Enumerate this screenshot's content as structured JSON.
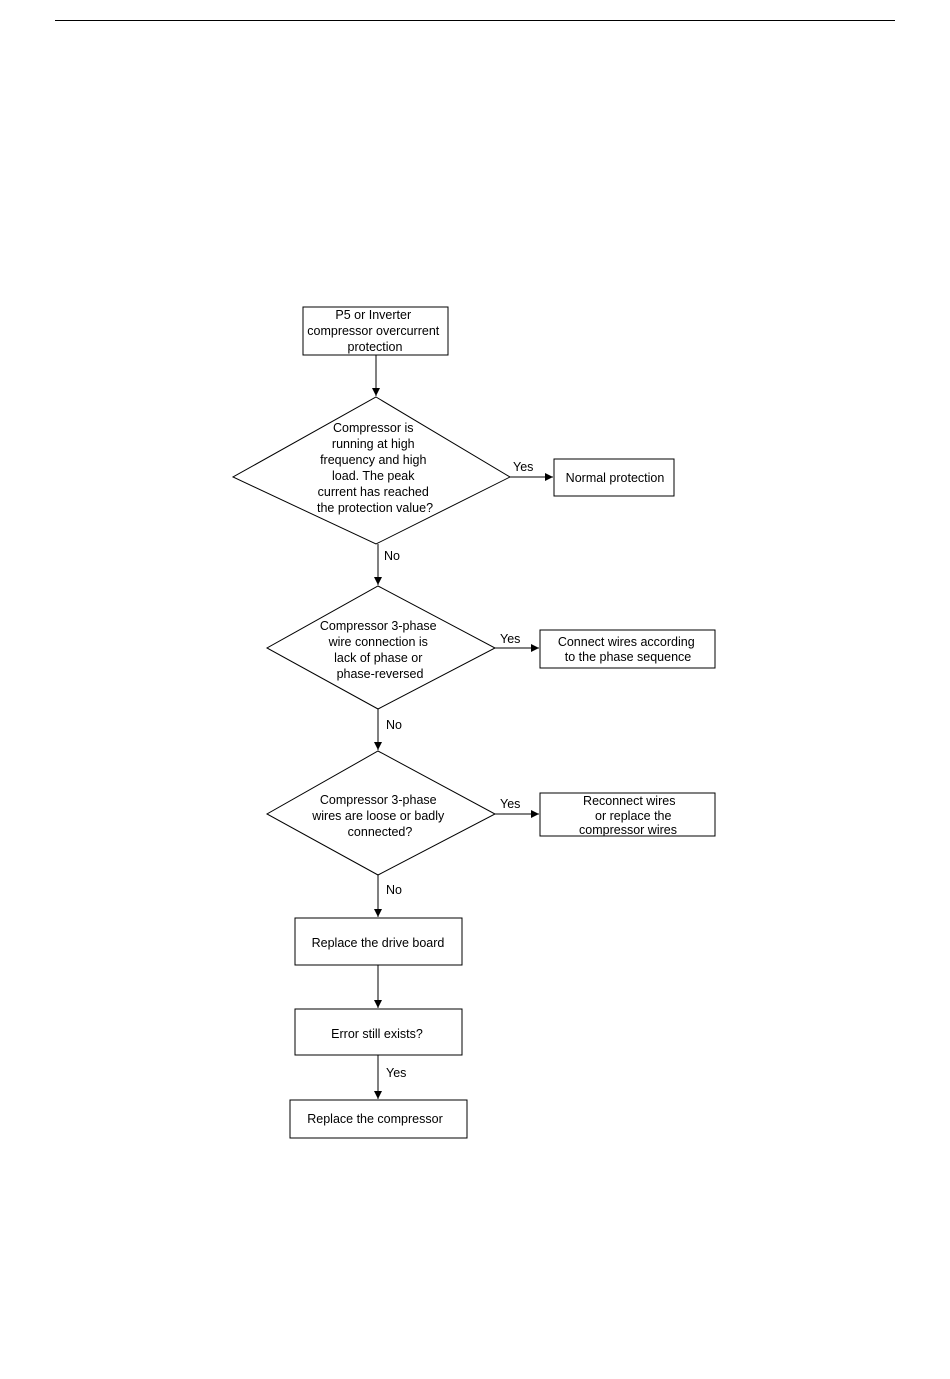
{
  "flowchart": {
    "start": {
      "lines": [
        "P5 or Inverter",
        "compressor overcurrent",
        "protection"
      ]
    },
    "decision1": {
      "lines": [
        "Compressor is",
        "running at high",
        "frequency and high",
        "load. The peak",
        "current has reached",
        "the protection value?"
      ]
    },
    "result1": {
      "lines": [
        "Normal protection"
      ]
    },
    "decision2": {
      "lines": [
        "Compressor 3-phase",
        "wire connection is",
        "lack of phase or",
        "phase-reversed"
      ]
    },
    "result2": {
      "lines": [
        "Connect wires according",
        "to the phase sequence"
      ]
    },
    "decision3": {
      "lines": [
        "Compressor 3-phase",
        "wires are loose or badly",
        "connected?"
      ]
    },
    "result3": {
      "lines": [
        "Reconnect wires",
        "or replace the",
        "compressor  wires"
      ]
    },
    "step1": {
      "lines": [
        "Replace the drive board"
      ]
    },
    "step2": {
      "lines": [
        "Error still exists?"
      ]
    },
    "step3": {
      "lines": [
        "Replace the compressor"
      ]
    },
    "labels": {
      "yes1": "Yes",
      "no1": "No",
      "yes2": "Yes",
      "no2": "No",
      "yes3": "Yes",
      "no3": "No",
      "yes4": "Yes"
    }
  }
}
